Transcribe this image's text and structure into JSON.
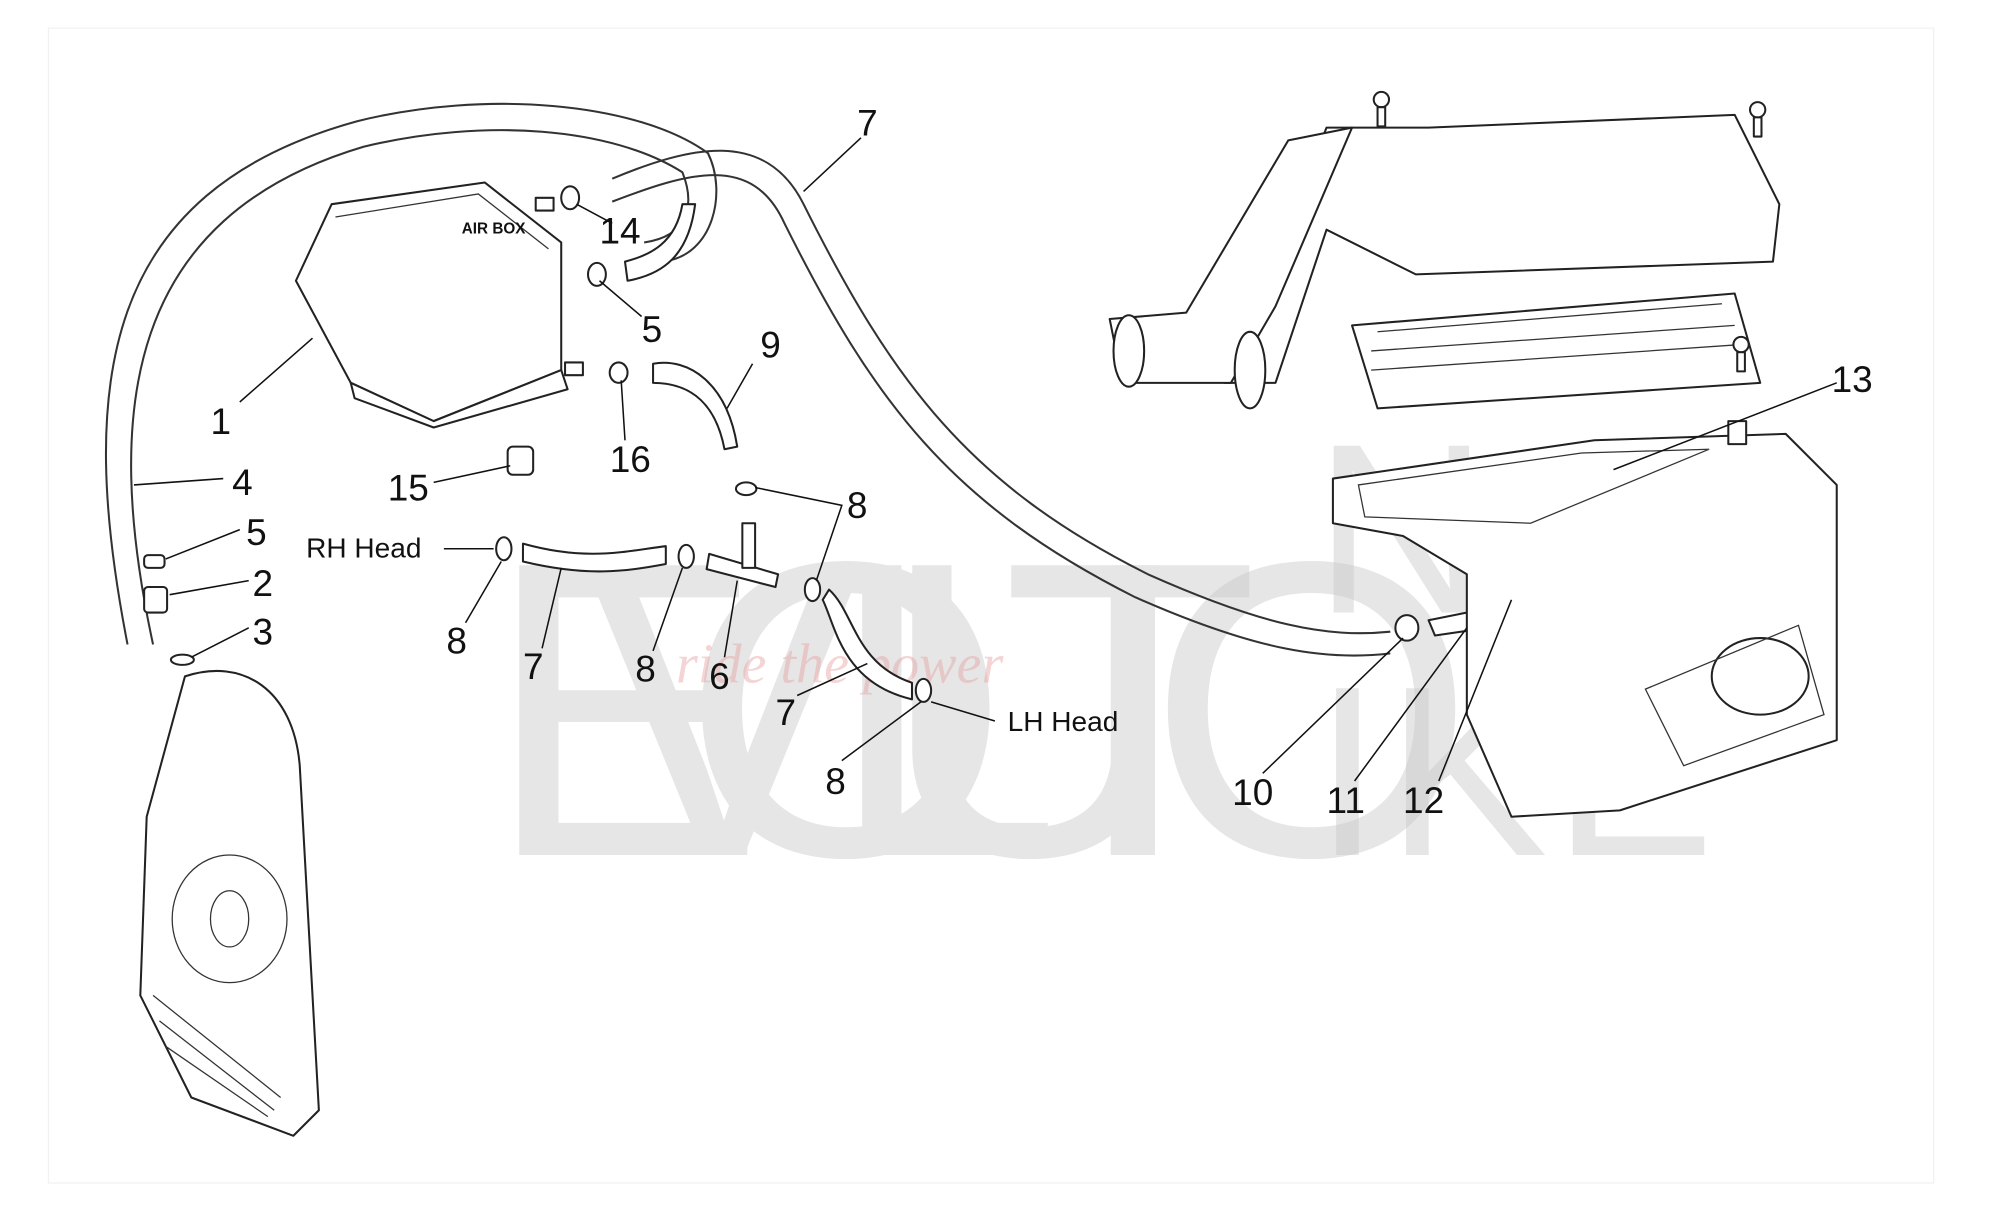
{
  "diagram": {
    "box_label": "AIR BOX",
    "labels": {
      "p1": "1",
      "p4": "4",
      "p5a": "5",
      "p2": "2",
      "p3": "3",
      "p14": "14",
      "p5b": "5",
      "p9": "9",
      "p16": "16",
      "p15": "15",
      "p7top": "7",
      "p8a": "8",
      "p8b": "8",
      "p7a": "7",
      "p8c": "8",
      "p6": "6",
      "p7b": "7",
      "p8d": "8",
      "p13": "13",
      "p10": "10",
      "p11": "11",
      "p12": "12"
    },
    "rh_head": "RH Head",
    "lh_head": "LH Head"
  },
  "watermark": {
    "brand_word1": "EVOLUTI",
    "brand_o": "O",
    "brand_n": "N",
    "brand_word2": "IKE",
    "tagline": "ride the power"
  }
}
